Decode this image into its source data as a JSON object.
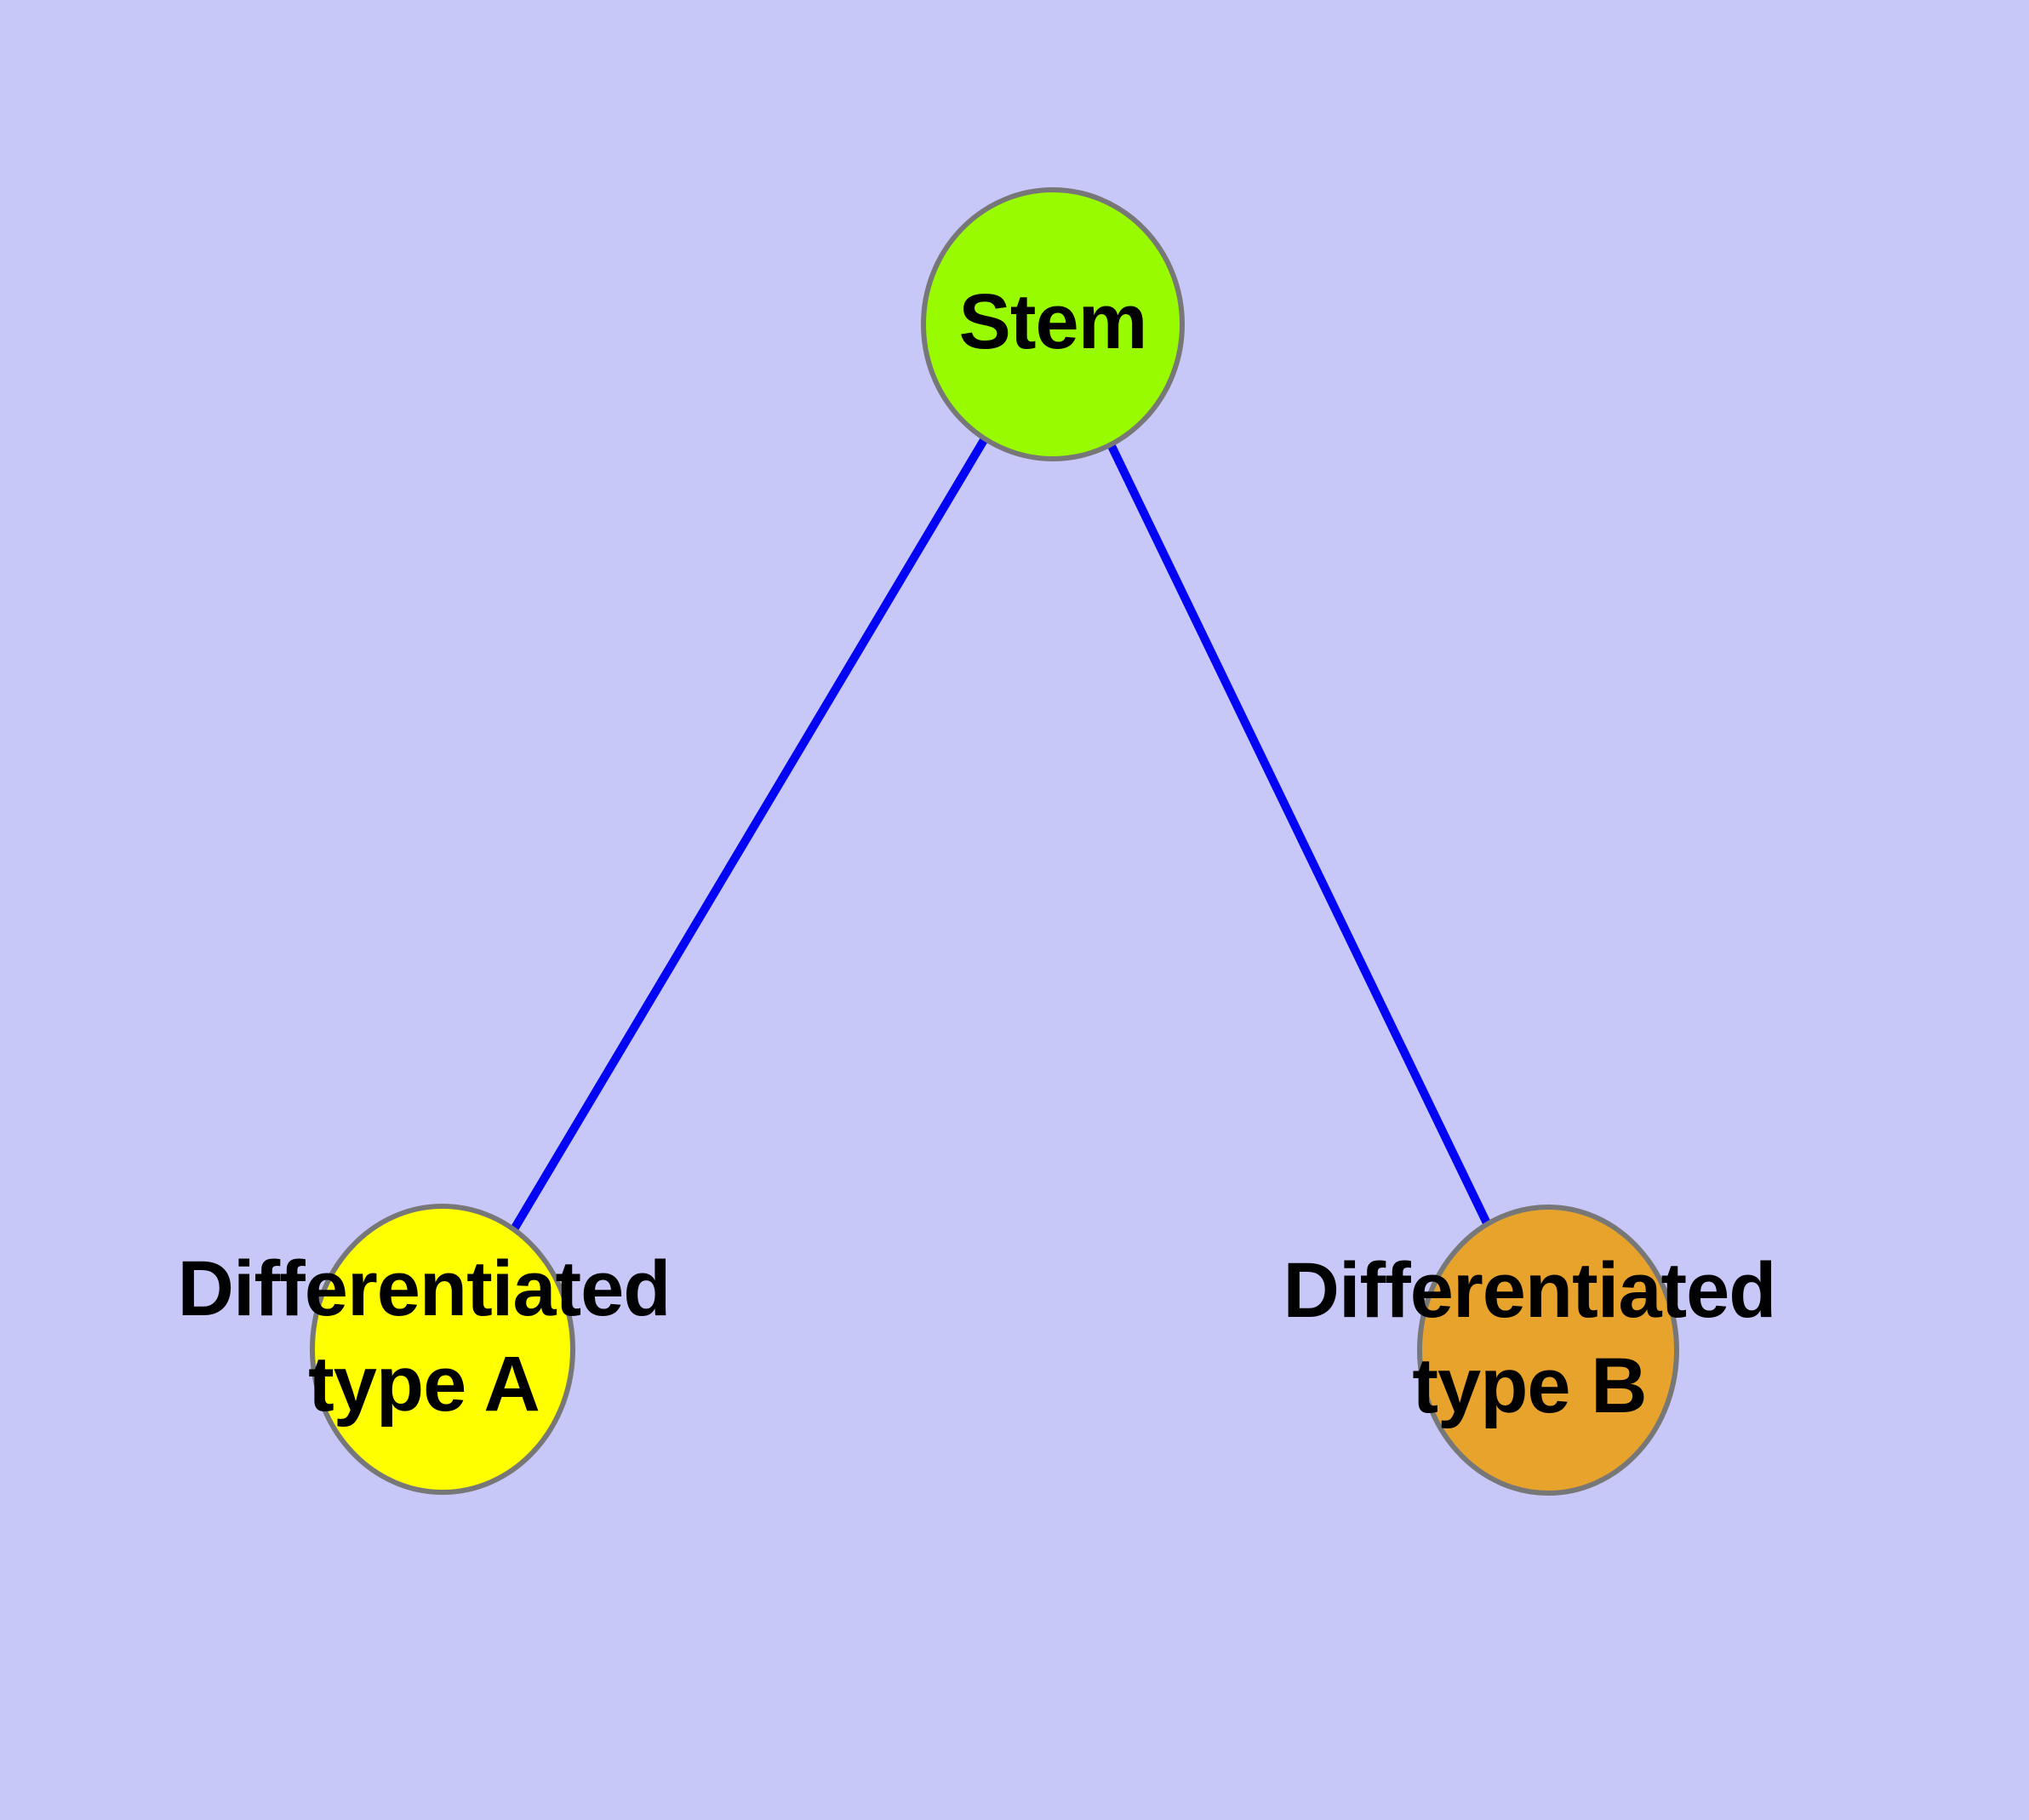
{
  "diagram": {
    "background_color": "#C8C8F8",
    "edge_color": "#0404F4",
    "node_border_color": "#777777",
    "nodes": [
      {
        "id": "stem",
        "label": "Stem",
        "color": "#99FB00"
      },
      {
        "id": "type-a",
        "label": "Differentiated\ntype A",
        "color": "#FFFF00"
      },
      {
        "id": "type-b",
        "label": "Differentiated\ntype B",
        "color": "#E8A32C"
      }
    ],
    "edges": [
      {
        "from": "stem",
        "to": "type-a"
      },
      {
        "from": "stem",
        "to": "type-b"
      }
    ]
  }
}
